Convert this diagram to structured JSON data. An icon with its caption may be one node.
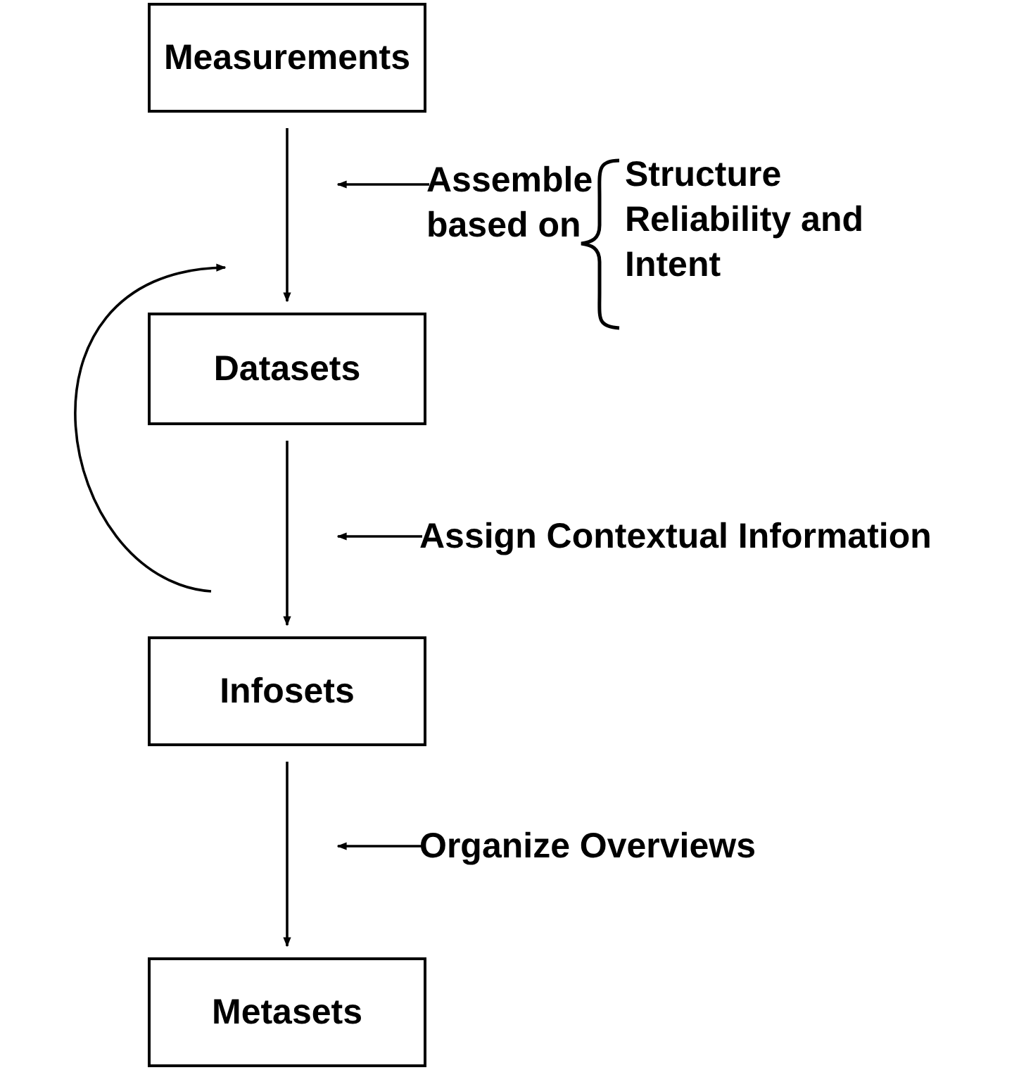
{
  "diagram": {
    "nodes": [
      {
        "text": [
          "Measurements"
        ]
      },
      {
        "text": [
          "Datasets"
        ]
      },
      {
        "text": [
          "Infosets"
        ]
      },
      {
        "text": [
          "Metasets"
        ]
      },
      {
        "text": [
          "Assemble based on"
        ]
      },
      {
        "text": [
          "Assign Contextual Information"
        ]
      },
      {
        "text": [
          "Organize Overviews"
        ]
      }
    ],
    "edges": [
      {
        "from": 0,
        "to": 1,
        "arrow": "to"
      },
      {
        "from": 1,
        "to": 2,
        "arrow": "to"
      },
      {
        "from": 2,
        "to": 3,
        "arrow": "to"
      },
      {
        "from": 2,
        "to": 1,
        "arrow": "to"
      },
      {
        "from": 4,
        "to": null,
        "arrow": "to"
      },
      {
        "from": 5,
        "to": null,
        "arrow": "to"
      },
      {
        "from": 6,
        "to": null,
        "arrow": "to"
      }
    ],
    "labels": [
      "Structure Reliability and Intent"
    ]
  }
}
